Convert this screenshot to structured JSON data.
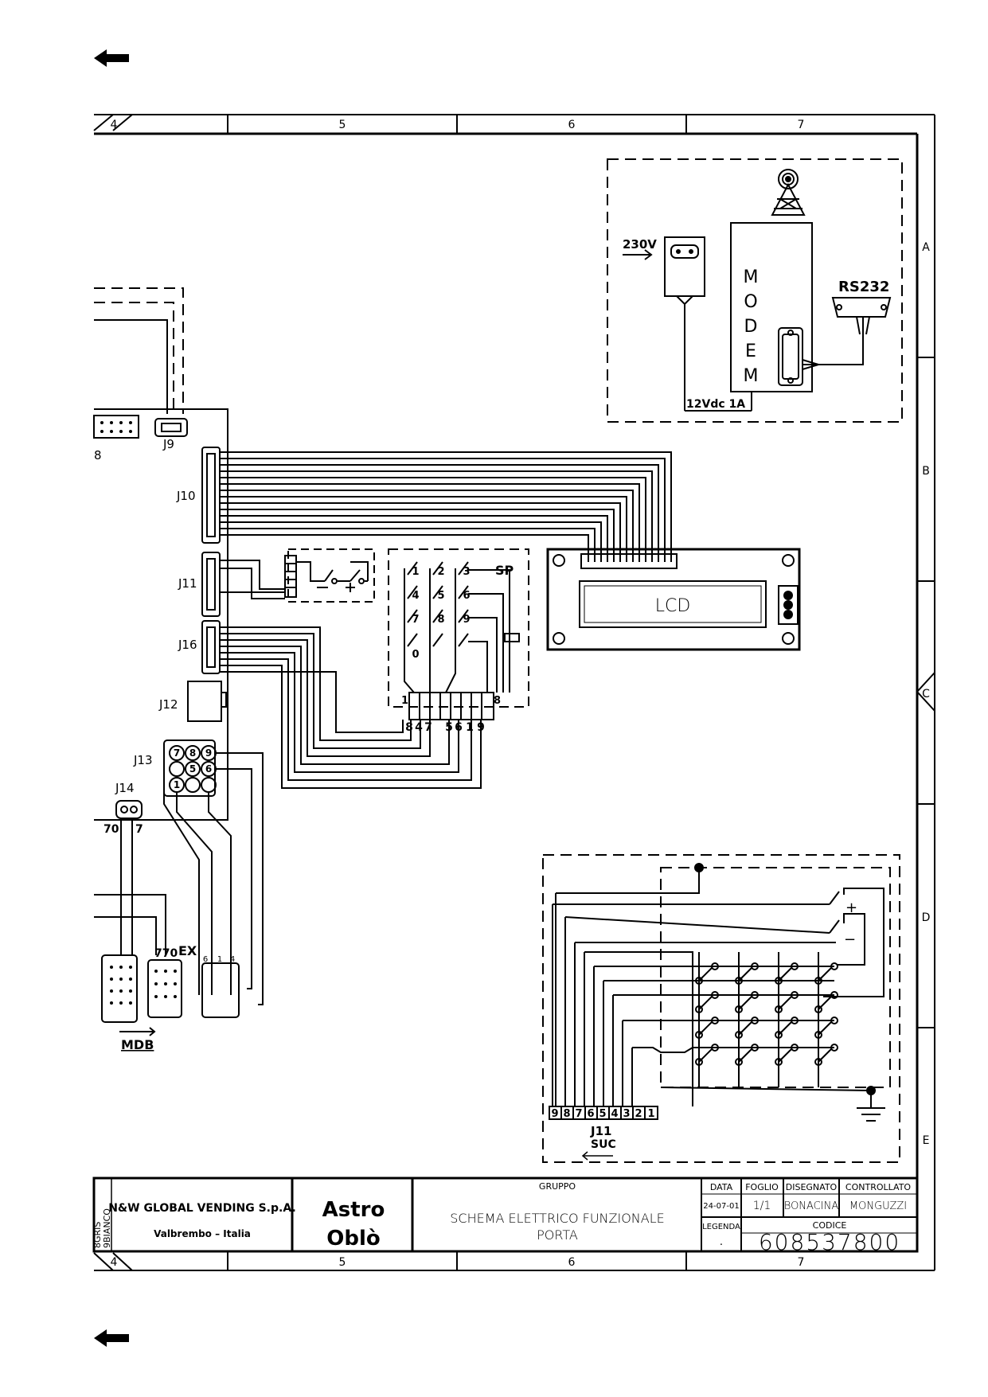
{
  "frame": {
    "columns_top": [
      "4",
      "5",
      "6",
      "7"
    ],
    "columns_bottom": [
      "4",
      "5",
      "6",
      "7"
    ],
    "rows": [
      "A",
      "B",
      "C",
      "D",
      "E"
    ]
  },
  "modem_box": {
    "supply_label": "230V",
    "modem_letters": [
      "M",
      "O",
      "D",
      "E",
      "M"
    ],
    "rs232_label": "RS232",
    "power_label": "12Vdc 1A"
  },
  "connectors": {
    "j9": "J9",
    "j8_fragment": "8",
    "j10": "J10",
    "j11": "J11",
    "j16": "J16",
    "j12": "J12",
    "j13": "J13",
    "j14": "J14",
    "j14_pins": [
      "70",
      "7"
    ],
    "j13_pins": [
      "7",
      "8",
      "9",
      "5",
      "6",
      "1"
    ],
    "mdb_label": "MDB",
    "mdb_pins": "770",
    "ex_label": "EX",
    "ex_pins": [
      "6",
      "1",
      "4"
    ]
  },
  "keypad": {
    "title": "SP",
    "keys": [
      "1",
      "2",
      "3",
      "4",
      "5",
      "6",
      "7",
      "8",
      "9",
      "0"
    ],
    "header_left": "1",
    "header_right": "8",
    "pin_order": [
      "8",
      "4",
      "7",
      "5",
      "6",
      "1",
      "9"
    ]
  },
  "lcd": {
    "label": "LCD"
  },
  "selection_box": {
    "plus": "+",
    "minus": "−",
    "pins": [
      "9",
      "8",
      "7",
      "6",
      "5",
      "4",
      "3",
      "2",
      "1"
    ],
    "connector": "J11",
    "sub_label": "SUC"
  },
  "title_block": {
    "company": "N&W GLOBAL VENDING S.p.A.",
    "location": "Valbrembo – Italia",
    "product_line1": "Astro",
    "product_line2": "Oblò",
    "group_label": "GRUPPO",
    "description_line1": "SCHEMA ELETTRICO FUNZIONALE",
    "description_line2": "PORTA",
    "date_label": "DATA",
    "date": "24-07-01",
    "sheet_label": "FOGLIO",
    "sheet": "1/1",
    "drawn_label": "DISEGNATO",
    "drawn_by": "BONACINA",
    "checked_label": "CONTROLLATO",
    "checked_by": "MONGUZZI",
    "legend_label": "LEGENDA",
    "legend_value": ".",
    "code_label": "CODICE",
    "code": "608537800",
    "side_text_1": "9BIANCO",
    "side_text_2": "8GRIS"
  }
}
